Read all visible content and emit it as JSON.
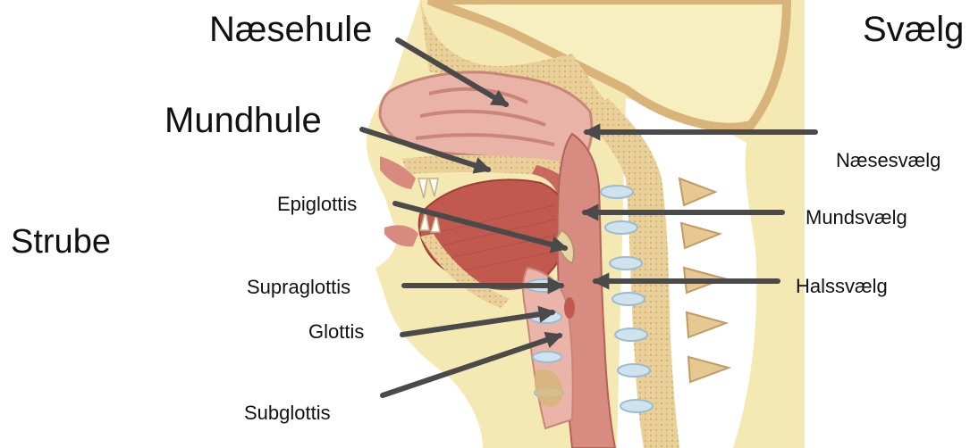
{
  "diagram": {
    "labels": {
      "naesehule": "Næsehule",
      "svaelg": "Svælg",
      "mundhule": "Mundhule",
      "strube": "Strube",
      "naesesvaelg": "Næsesvælg",
      "epiglottis": "Epiglottis",
      "mundsvaelg": "Mundsvælg",
      "supraglottis": "Supraglottis",
      "halssvaelg": "Halssvælg",
      "glottis": "Glottis",
      "subglottis": "Subglottis"
    },
    "colors": {
      "arrow": "#4a4a4a",
      "skin": "#f3e9b6",
      "tissue": "#e3a79e",
      "muscle": "#c9695e",
      "bone": "#d9b88a"
    }
  }
}
